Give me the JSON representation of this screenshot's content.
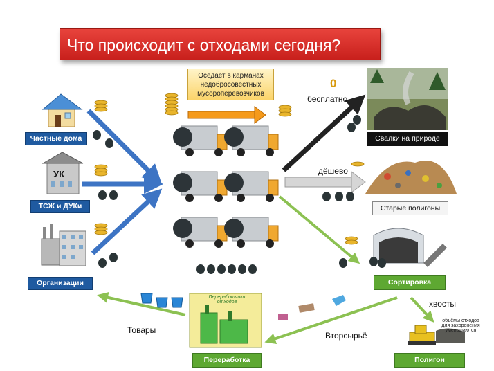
{
  "title": "Что происходит с отходами сегодня?",
  "note": "Оседает в карманах недобросовестных мусороперевозчиков",
  "sources": {
    "private_houses": "Частные дома",
    "hoa": "ТСЖ и ДУКи",
    "organizations": "Организации",
    "uk_sign": "УК"
  },
  "destinations": {
    "nature_dumps": "Свалки на природе",
    "old_landfills": "Старые полигоны",
    "sorting": "Сортировка",
    "recycling": "Переработка",
    "landfill": "Полигон"
  },
  "edge_labels": {
    "free": "бесплатно",
    "cheap": "дёшево",
    "tails": "хвосты",
    "recyclables": "Вторсырьё",
    "goods": "Товары"
  },
  "recycler_sign": "Переработчики отходов",
  "landfill_note": "объёмы отходов для захоронения уменьшаются",
  "coin_zero": "0",
  "colors": {
    "title_red": "#d8302a",
    "source_blue": "#1f5aa0",
    "dest_green": "#5ea832",
    "arrow_black": "#222222",
    "arrow_gray": "#b8b8b8",
    "arrow_green": "#8cc152",
    "arrow_blue": "#3d74c4",
    "note_yellow": "#fbd46a"
  }
}
